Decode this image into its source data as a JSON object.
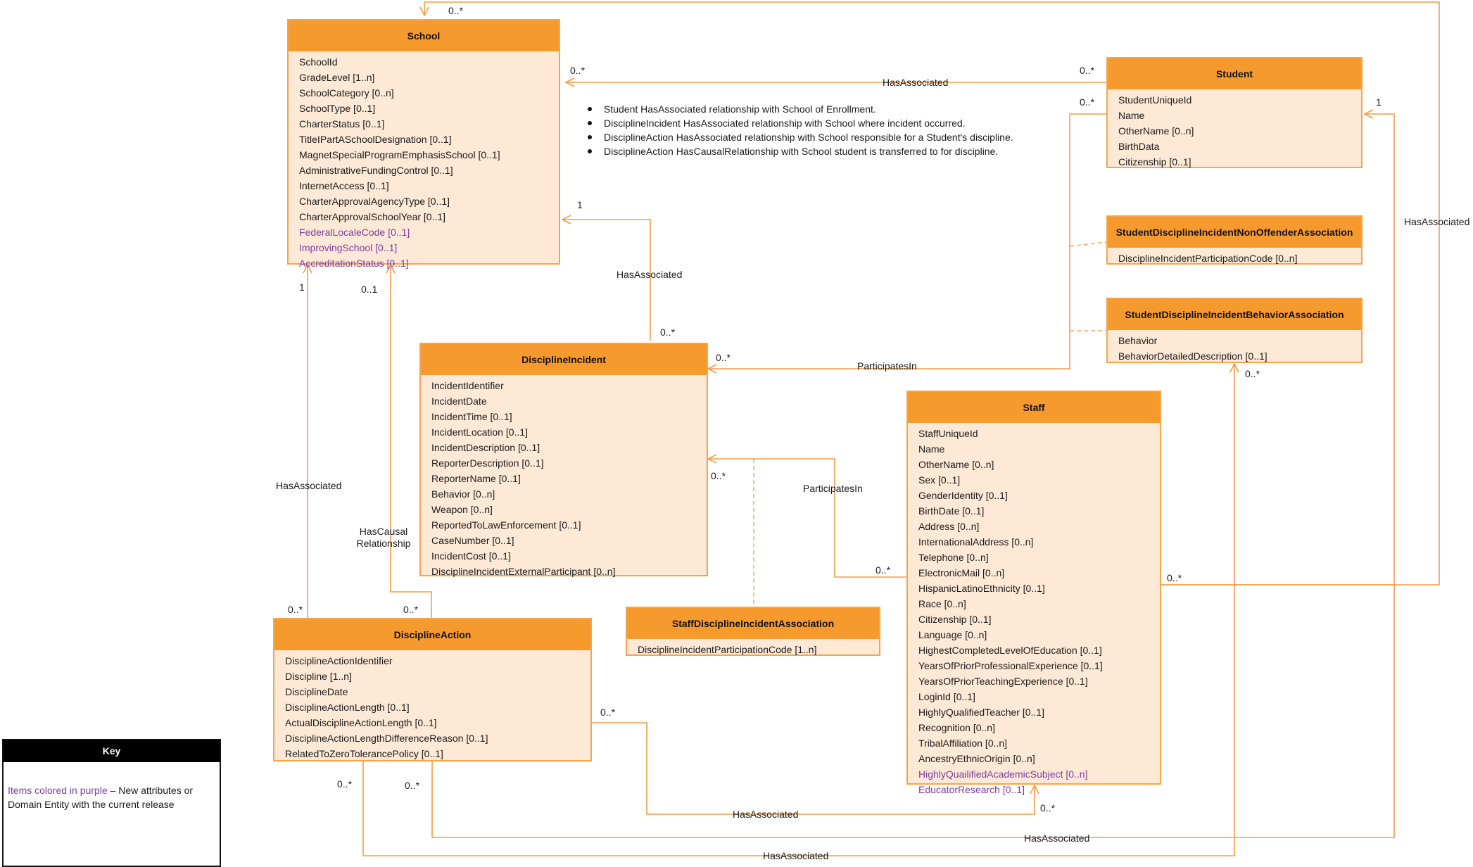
{
  "colors": {
    "header_fill": "#f79a2e",
    "body_fill": "#fde9d6",
    "border": "#f7a44a",
    "line": "#f59b46",
    "new_attribute": "#7d3aa6"
  },
  "entities": {
    "school": {
      "title": "School",
      "attributes": [
        {
          "text": "SchoolId",
          "new": false
        },
        {
          "text": "GradeLevel [1..n]",
          "new": false
        },
        {
          "text": "SchoolCategory [0..n]",
          "new": false
        },
        {
          "text": "SchoolType [0..1]",
          "new": false
        },
        {
          "text": "CharterStatus [0..1]",
          "new": false
        },
        {
          "text": "TitleIPartASchoolDesignation [0..1]",
          "new": false
        },
        {
          "text": "MagnetSpecialProgramEmphasisSchool [0..1]",
          "new": false
        },
        {
          "text": "AdministrativeFundingControl [0..1]",
          "new": false
        },
        {
          "text": "InternetAccess [0..1]",
          "new": false
        },
        {
          "text": "CharterApprovalAgencyType [0..1]",
          "new": false
        },
        {
          "text": "CharterApprovalSchoolYear [0..1]",
          "new": false
        },
        {
          "text": "FederalLocaleCode [0..1]",
          "new": true
        },
        {
          "text": "ImprovingSchool [0..1]",
          "new": true
        },
        {
          "text": "AccreditationStatus [0..1]",
          "new": true
        }
      ]
    },
    "student": {
      "title": "Student",
      "attributes": [
        {
          "text": "StudentUniqueId",
          "new": false
        },
        {
          "text": "Name",
          "new": false
        },
        {
          "text": "OtherName [0..n]",
          "new": false
        },
        {
          "text": "BirthData",
          "new": false
        },
        {
          "text": "Citizenship [0..1]",
          "new": false
        }
      ]
    },
    "non_offender": {
      "title": "StudentDisciplineIncidentNonOffenderAssociation",
      "attributes": [
        {
          "text": "DisciplineIncidentParticipationCode [0..n]",
          "new": false
        }
      ]
    },
    "behavior_assoc": {
      "title": "StudentDisciplineIncidentBehaviorAssociation",
      "attributes": [
        {
          "text": "Behavior",
          "new": false
        },
        {
          "text": "BehaviorDetailedDescription [0..1]",
          "new": false
        }
      ]
    },
    "incident": {
      "title": "DisciplineIncident",
      "attributes": [
        {
          "text": "IncidentIdentifier",
          "new": false
        },
        {
          "text": "IncidentDate",
          "new": false
        },
        {
          "text": "IncidentTime [0..1]",
          "new": false
        },
        {
          "text": "IncidentLocation [0..1]",
          "new": false
        },
        {
          "text": "IncidentDescription [0..1]",
          "new": false
        },
        {
          "text": "ReporterDescription [0..1]",
          "new": false
        },
        {
          "text": "ReporterName [0..1]",
          "new": false
        },
        {
          "text": "Behavior [0..n]",
          "new": false
        },
        {
          "text": "Weapon [0..n]",
          "new": false
        },
        {
          "text": "ReportedToLawEnforcement [0..1]",
          "new": false
        },
        {
          "text": "CaseNumber [0..1]",
          "new": false
        },
        {
          "text": "IncidentCost [0..1]",
          "new": false
        },
        {
          "text": "DisciplineIncidentExternalParticipant [0..n]",
          "new": false
        }
      ]
    },
    "staff": {
      "title": "Staff",
      "attributes": [
        {
          "text": "StaffUniqueId",
          "new": false
        },
        {
          "text": "Name",
          "new": false
        },
        {
          "text": "OtherName [0..n]",
          "new": false
        },
        {
          "text": "Sex [0..1]",
          "new": false
        },
        {
          "text": "GenderIdentity [0..1]",
          "new": false
        },
        {
          "text": "BirthDate [0..1]",
          "new": false
        },
        {
          "text": "Address [0..n]",
          "new": false
        },
        {
          "text": "InternationalAddress [0..n]",
          "new": false
        },
        {
          "text": "Telephone [0..n]",
          "new": false
        },
        {
          "text": "ElectronicMail [0..n]",
          "new": false
        },
        {
          "text": "HispanicLatinoEthnicity [0..1]",
          "new": false
        },
        {
          "text": "Race [0..n]",
          "new": false
        },
        {
          "text": "Citizenship [0..1]",
          "new": false
        },
        {
          "text": "Language [0..n]",
          "new": false
        },
        {
          "text": "HighestCompletedLevelOfEducation [0..1]",
          "new": false
        },
        {
          "text": "YearsOfPriorProfessionalExperience [0..1]",
          "new": false
        },
        {
          "text": "YearsOfPriorTeachingExperience [0..1]",
          "new": false
        },
        {
          "text": "LoginId [0..1]",
          "new": false
        },
        {
          "text": "HighlyQualifiedTeacher [0..1]",
          "new": false
        },
        {
          "text": "Recognition [0..n]",
          "new": false
        },
        {
          "text": "TribalAffiliation [0..n]",
          "new": false
        },
        {
          "text": "AncestryEthnicOrigin [0..n]",
          "new": false
        },
        {
          "text": "HighlyQuailifiedAcademicSubject [0..n]",
          "new": true
        },
        {
          "text": "EducatorResearch [0..1]",
          "new": true
        }
      ]
    },
    "staff_assoc": {
      "title": "StaffDisciplineIncidentAssociation",
      "attributes": [
        {
          "text": "DisciplineIncidentParticipationCode [1..n]",
          "new": false
        }
      ]
    },
    "action": {
      "title": "DisciplineAction",
      "attributes": [
        {
          "text": "DisciplineActionIdentifier",
          "new": false
        },
        {
          "text": "Discipline [1..n]",
          "new": false
        },
        {
          "text": "DisciplineDate",
          "new": false
        },
        {
          "text": "DisciplineActionLength [0..1]",
          "new": false
        },
        {
          "text": "ActualDisciplineActionLength [0..1]",
          "new": false
        },
        {
          "text": "DisciplineActionLengthDifferenceReason [0..1]",
          "new": false
        },
        {
          "text": "RelatedToZeroTolerancePolicy [0..1]",
          "new": false
        }
      ]
    }
  },
  "notes": [
    "Student HasAssociated relationship with School of Enrollment.",
    "DisciplineIncident HasAssociated relationship with School where incident occurred.",
    "DisciplineAction HasAssociated relationship with School responsible for a Student's discipline.",
    "DisciplineAction HasCausalRelationship with School student is transferred to for discipline."
  ],
  "relationship_labels": {
    "student_school": "HasAssociated",
    "incident_school": "HasAssociated",
    "student_participates": "ParticipatesIn",
    "staff_participates": "ParticipatesIn",
    "action_school": "HasAssociated",
    "action_causal": "HasCausal Relationship",
    "staff_student": "HasAssociated",
    "action_staff_1": "HasAssociated",
    "action_staff_2": "HasAssociated",
    "action_staff_3": "HasAssociated"
  },
  "cardinalities": {
    "school_top": "0..*",
    "school_right": "0..*",
    "student_left": "0..*",
    "student_left_lower": "0..*",
    "student_right": "1",
    "school_incident": "1",
    "school_action": "1",
    "school_causal": "0..1",
    "incident_top": "0..*",
    "incident_right": "0..*",
    "incident_right_lower": "0..*",
    "behavior_bottom": "0..*",
    "staff_left": "0..*",
    "staff_right": "0..*",
    "action_left_top": "0..*",
    "action_right_top": "0..*",
    "action_right": "0..*",
    "action_bottom_left": "0..*",
    "action_bottom_right": "0..*",
    "staff_bottom": "0..*"
  },
  "key": {
    "title": "Key",
    "purple_text": "Items colored in purple",
    "rest_text": " – New attributes or Domain Entity with the current release"
  }
}
